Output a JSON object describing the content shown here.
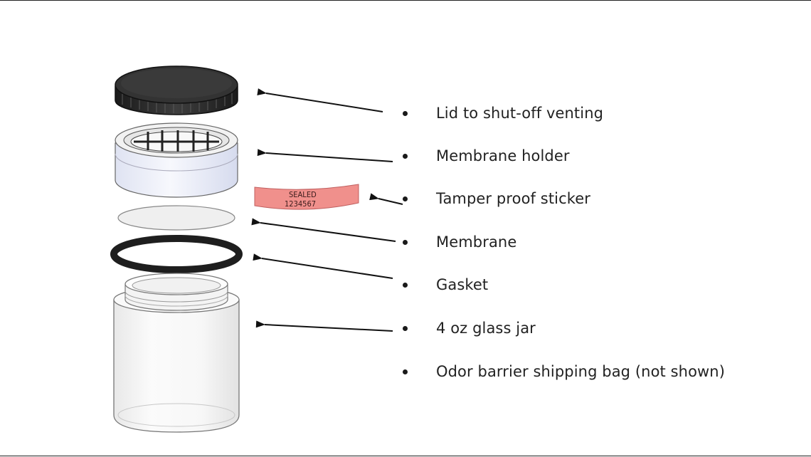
{
  "components": [
    {
      "id": "lid",
      "label": "Lid to shut-off venting"
    },
    {
      "id": "membrane-holder",
      "label": "Membrane holder"
    },
    {
      "id": "sticker",
      "label": "Tamper proof sticker"
    },
    {
      "id": "membrane",
      "label": "Membrane"
    },
    {
      "id": "gasket",
      "label": "Gasket"
    },
    {
      "id": "jar",
      "label": "4 oz glass jar"
    },
    {
      "id": "bag",
      "label": "Odor barrier shipping bag (not shown)"
    }
  ],
  "sticker": {
    "line1": "SEALED",
    "line2": "1234567"
  },
  "colors": {
    "lid": "#2b2b2b",
    "sticker": "#f0908c",
    "gasket": "#1e1e1e",
    "holder": "#eef1fb",
    "text": "#222222"
  }
}
